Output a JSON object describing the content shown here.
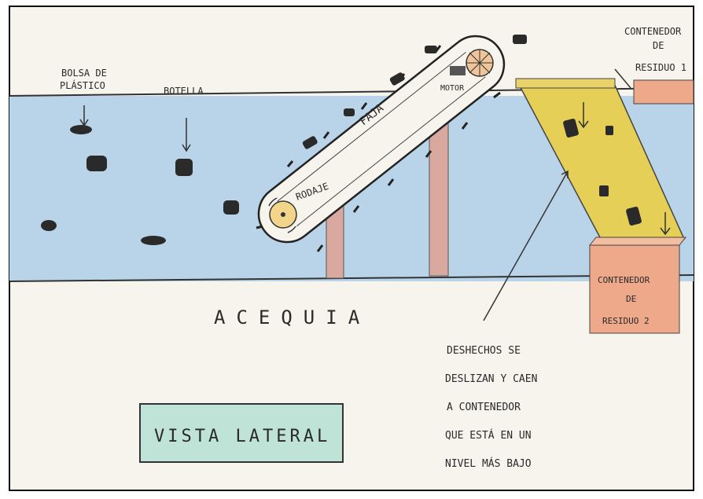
{
  "labels": {
    "bag": [
      "BOLSA DE",
      "PLÁSTICO"
    ],
    "bottle": "BOTELLA",
    "belt": "FAJA",
    "motor": "MOTOR",
    "wheel": "RODAJE",
    "container1": [
      "CONTENEDOR",
      "DE",
      "RESIDUO 1"
    ],
    "container2": [
      "CONTENEDOR",
      "DE",
      "RESIDUO 2"
    ],
    "canal": "ACEQUIA",
    "note": [
      "DESHECHOS SE",
      "DESLIZAN Y CAEN",
      "A CONTENEDOR",
      "QUE ESTÁ EN UN",
      "NIVEL MÁS BAJO"
    ],
    "view_title": "VISTA LATERAL"
  },
  "colors": {
    "water": "#b9d4e8",
    "chute": "#e6cf56",
    "container": "#eea88a",
    "post": "#d9a9a0",
    "ink": "#2a2a2a",
    "title_box": "#bfe3d6"
  }
}
